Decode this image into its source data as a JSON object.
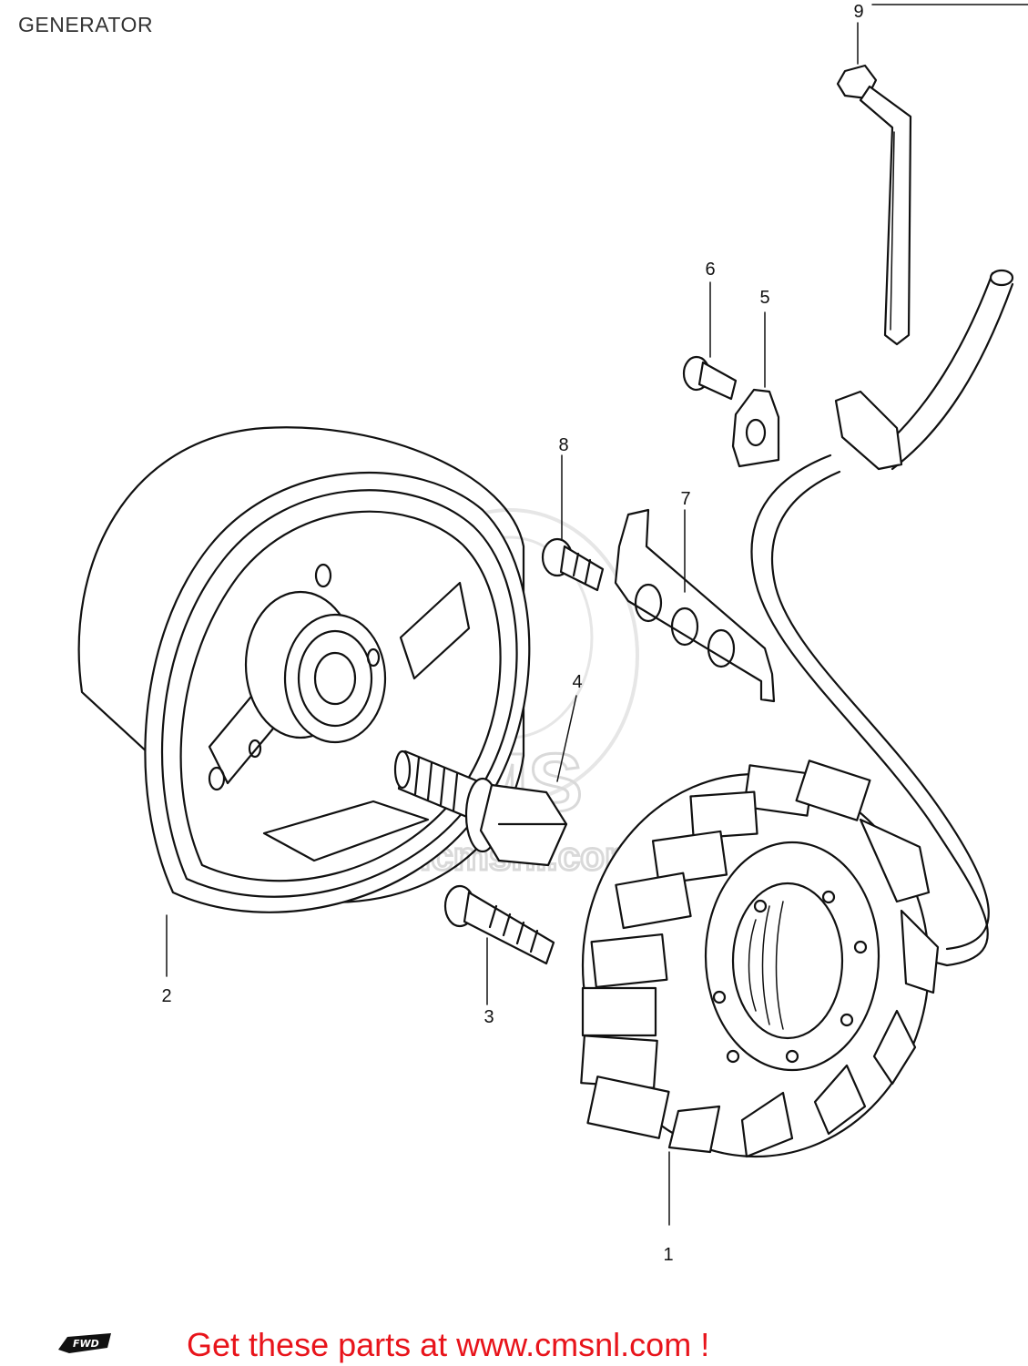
{
  "page": {
    "title": "GENERATOR"
  },
  "callouts": [
    {
      "number": "1",
      "part": "stator"
    },
    {
      "number": "2",
      "part": "rotor"
    },
    {
      "number": "3",
      "part": "screw"
    },
    {
      "number": "4",
      "part": "rotor bolt"
    },
    {
      "number": "5",
      "part": "clamp"
    },
    {
      "number": "6",
      "part": "screw"
    },
    {
      "number": "7",
      "part": "plate"
    },
    {
      "number": "8",
      "part": "bolt"
    },
    {
      "number": "9",
      "part": "clamp"
    }
  ],
  "watermark": {
    "brand": "CMS",
    "url": "www.cmsnl.com"
  },
  "footer": {
    "promo_text": "Get these parts at www.cmsnl.com !",
    "fwd_label": "FWD"
  },
  "colors": {
    "promo": "#e8141b",
    "line": "#111111",
    "watermark": "#d9d9d9"
  }
}
